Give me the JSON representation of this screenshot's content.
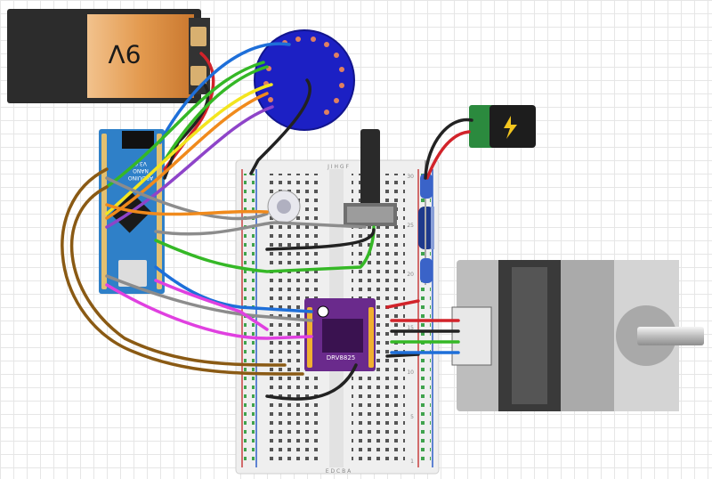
{
  "battery": {
    "label": "9V"
  },
  "arduino": {
    "line1": "ARDUINO",
    "line2": "NANO",
    "line3": "V3.0"
  },
  "driver": {
    "label": "DRV8825"
  },
  "breadboard": {
    "col_letters_top": "J I H G F",
    "col_letters_bottom": "E D C B A",
    "row_numbers": [
      "1",
      "5",
      "10",
      "15",
      "20",
      "25",
      "30"
    ]
  },
  "colors": {
    "red": "#d2232a",
    "black": "#222222",
    "blue": "#1e6fd9",
    "green": "#35b826",
    "yellow": "#f3e51f",
    "orange": "#f08a1c",
    "purple": "#8e44c9",
    "gray": "#8c8c8c",
    "magenta": "#e040e0",
    "brown": "#8a5a14",
    "board_blue": "#2f80c8",
    "driver_purple": "#6a2a8c"
  }
}
